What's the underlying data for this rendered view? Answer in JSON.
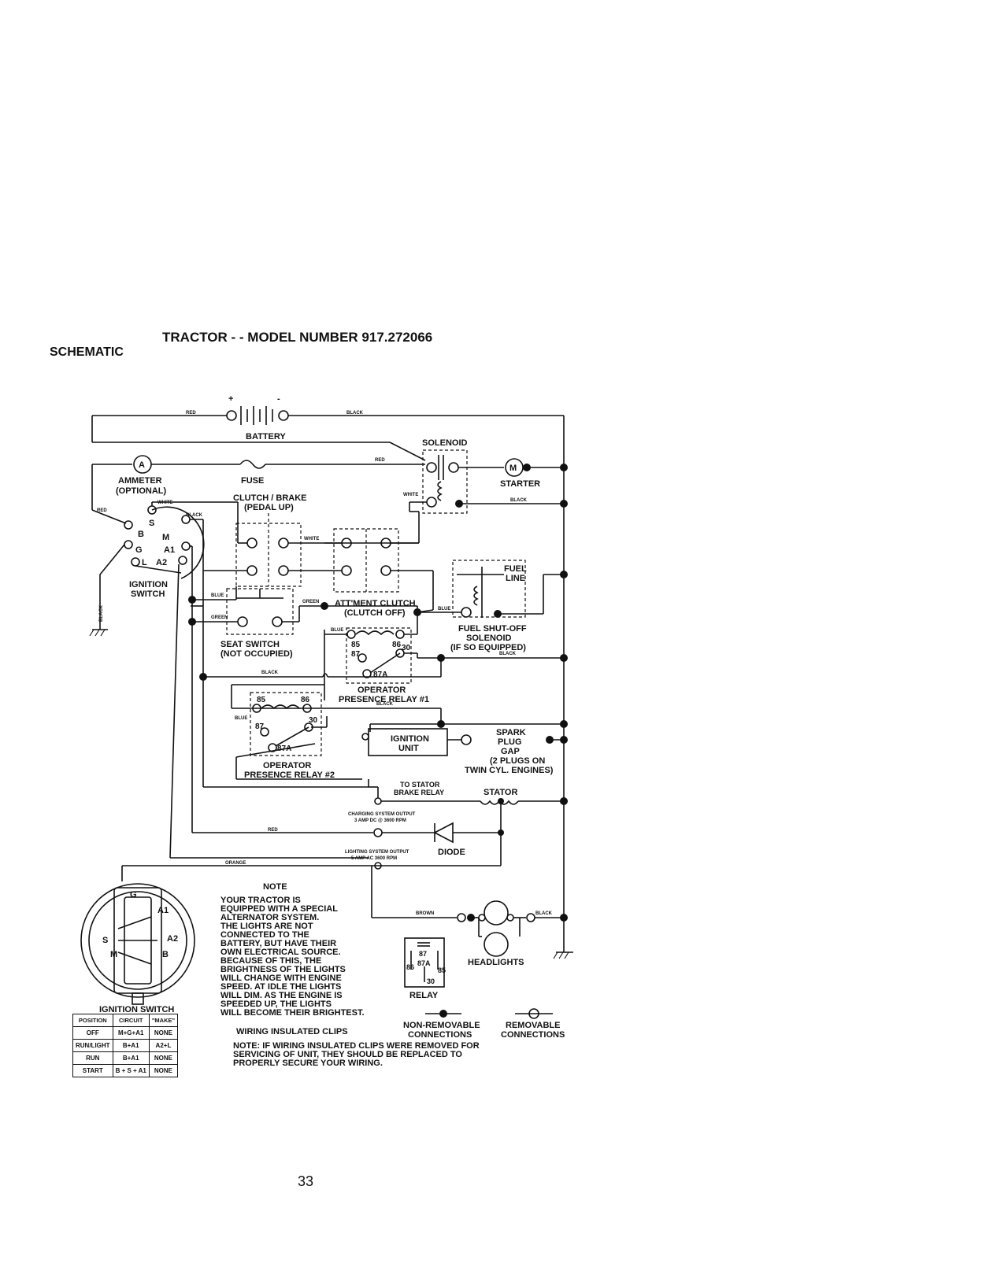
{
  "header": {
    "title": "TRACTOR - - MODEL NUMBER 917.272066",
    "section": "SCHEMATIC"
  },
  "labels": {
    "plus": "+",
    "minus": "-",
    "red": "RED",
    "black": "BLACK",
    "white": "WHITE",
    "green": "GREEN",
    "blue": "BLUE",
    "orange": "ORANGE",
    "brown": "BROWN",
    "battery": "BATTERY",
    "solenoid": "SOLENOID",
    "ammeter_line1": "AMMETER",
    "ammeter_line2": "(OPTIONAL)",
    "ammeter_symbol": "A",
    "fuse": "FUSE",
    "starter": "STARTER",
    "starter_symbol": "M",
    "clutch_brake_line1": "CLUTCH / BRAKE",
    "clutch_brake_line2": "(PEDAL UP)",
    "attment_clutch_line1": "ATT'MENT CLUTCH",
    "attment_clutch_line2": "(CLUTCH OFF)",
    "fuel_line1": "FUEL",
    "fuel_line2": "LINE",
    "fuel_solenoid_line1": "FUEL SHUT-OFF",
    "fuel_solenoid_line2": "SOLENOID",
    "fuel_solenoid_line3": "(IF SO EQUIPPED)",
    "ignition_switch_line1": "IGNITION",
    "ignition_switch_line2": "SWITCH",
    "term_s": "S",
    "term_b": "B",
    "term_m": "M",
    "term_g": "G",
    "term_a1": "A1",
    "term_l": "L",
    "term_a2": "A2",
    "seat_switch_line1": "SEAT SWITCH",
    "seat_switch_line2": "(NOT OCCUPIED)",
    "relay_85": "85",
    "relay_86": "86",
    "relay_87": "87",
    "relay_30": "30",
    "relay_87a": "87A",
    "operator_relay1_line1": "OPERATOR",
    "operator_relay1_line2": "PRESENCE RELAY #1",
    "operator_relay2_line1": "OPERATOR",
    "operator_relay2_line2": "PRESENCE RELAY #2",
    "ignition_unit_line1": "IGNITION",
    "ignition_unit_line2": "UNIT",
    "spark_line1": "SPARK",
    "spark_line2": "PLUG",
    "spark_line3": "GAP",
    "spark_line4": "(2 PLUGS ON",
    "spark_line5": "TWIN CYL. ENGINES)",
    "to_stator_line1": "TO STATOR",
    "to_stator_line2": "BRAKE RELAY",
    "stator": "STATOR",
    "charging_line1": "CHARGING SYSTEM OUTPUT",
    "charging_line2": "3 AMP DC @ 3600 RPM",
    "lighting_line1": "LIGHTING SYSTEM OUTPUT",
    "lighting_line2": "5 AMP AC 3600 RPM",
    "diode": "DIODE",
    "headlights": "HEADLIGHTS",
    "relay": "RELAY",
    "non_removable_line1": "NON-REMOVABLE",
    "non_removable_line2": "CONNECTIONS",
    "removable_line1": "REMOVABLE",
    "removable_line2": "CONNECTIONS",
    "ignition_switch_caption": "IGNITION SWITCH",
    "wiring_clips": "WIRING INSULATED CLIPS"
  },
  "note": {
    "title": "NOTE",
    "lines": [
      "YOUR TRACTOR IS",
      "EQUIPPED WITH A SPECIAL",
      "ALTERNATOR SYSTEM.",
      "THE LIGHTS ARE NOT",
      "CONNECTED TO THE",
      "BATTERY, BUT HAVE THEIR",
      "OWN ELECTRICAL SOURCE.",
      "BECAUSE OF THIS, THE",
      "BRIGHTNESS OF THE LIGHTS",
      "WILL CHANGE WITH ENGINE",
      "SPEED. AT IDLE THE LIGHTS",
      "WILL DIM. AS THE ENGINE IS",
      "SPEEDED UP, THE LIGHTS",
      "WILL BECOME THEIR BRIGHTEST."
    ]
  },
  "clips_note": {
    "lines": [
      "NOTE: IF WIRING INSULATED CLIPS WERE REMOVED FOR",
      "SERVICING OF UNIT, THEY SHOULD BE REPLACED TO",
      "PROPERLY SECURE YOUR WIRING."
    ]
  },
  "ignition_table": {
    "headers": [
      "POSITION",
      "CIRCUIT",
      "\"MAKE\""
    ],
    "rows": [
      [
        "OFF",
        "M+G+A1",
        "NONE"
      ],
      [
        "RUN/LIGHT",
        "B+A1",
        "A2+L"
      ],
      [
        "RUN",
        "B+A1",
        "NONE"
      ],
      [
        "START",
        "B + S + A1",
        "NONE"
      ]
    ]
  },
  "page_number": "33"
}
